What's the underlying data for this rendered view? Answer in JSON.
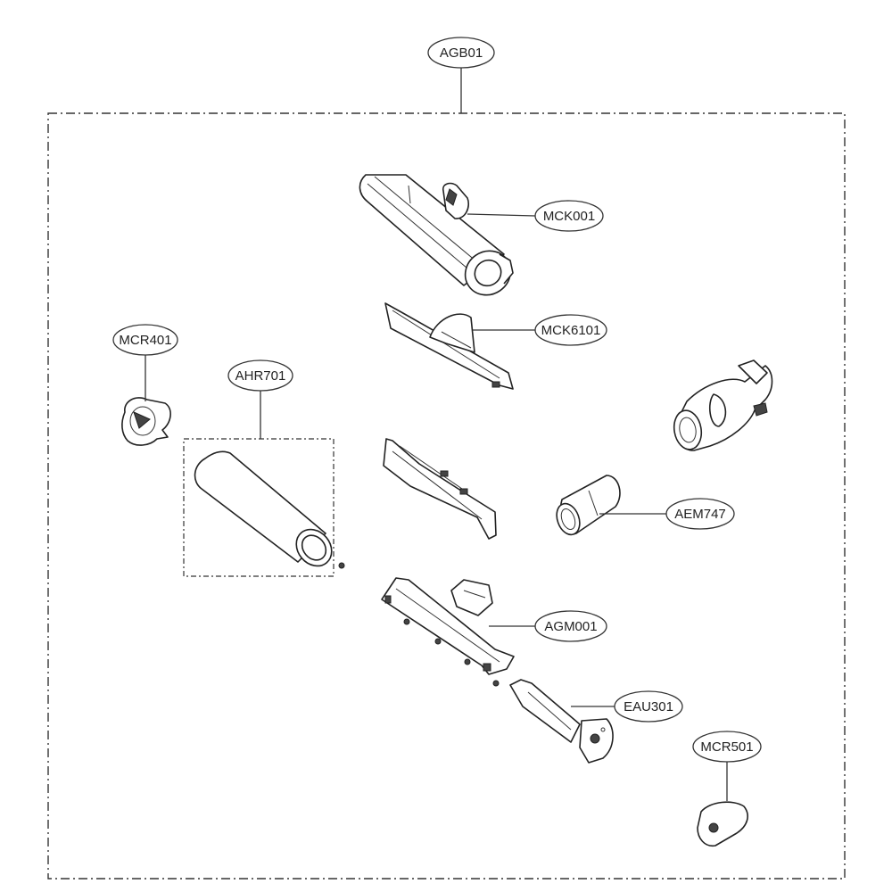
{
  "labels": {
    "agb01": "AGB01",
    "mck001": "MCK001",
    "mck6101": "MCK6101",
    "mcr401": "MCR401",
    "ahr701": "AHR701",
    "aem747": "AEM747",
    "agm001": "AGM001",
    "eau301": "EAU301",
    "mcr501": "MCR501"
  }
}
